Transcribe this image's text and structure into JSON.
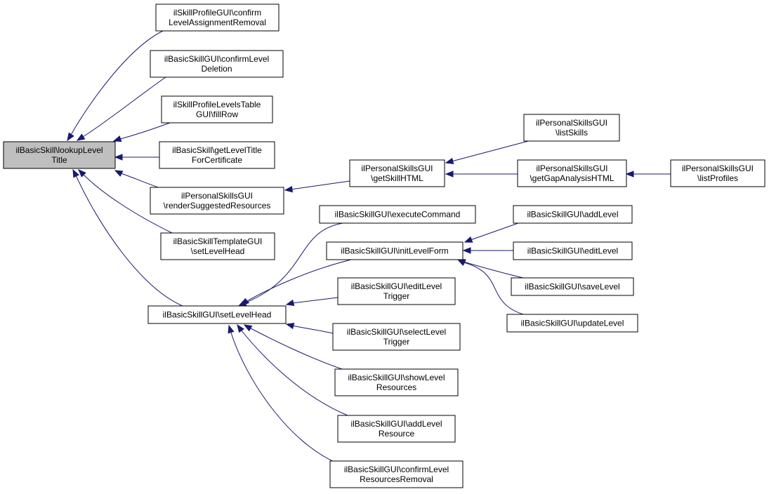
{
  "diagram": {
    "type": "caller-graph",
    "nodes": [
      {
        "id": "n0",
        "lines": [
          "ilBasicSkill\\lookupLevel",
          "Title"
        ],
        "highlight": true
      },
      {
        "id": "n1",
        "lines": [
          "ilSkillProfileGUI\\confirm",
          "LevelAssignmentRemoval"
        ]
      },
      {
        "id": "n2",
        "lines": [
          "ilBasicSkillGUI\\confirmLevel",
          "Deletion"
        ]
      },
      {
        "id": "n3",
        "lines": [
          "ilSkillProfileLevelsTable",
          "GUI\\fillRow"
        ]
      },
      {
        "id": "n4",
        "lines": [
          "ilBasicSkill\\getLevelTitle",
          "ForCertificate"
        ]
      },
      {
        "id": "n5",
        "lines": [
          "ilPersonalSkillsGUI",
          "\\renderSuggestedResources"
        ]
      },
      {
        "id": "n6",
        "lines": [
          "ilBasicSkillTemplateGUI",
          "\\setLevelHead"
        ]
      },
      {
        "id": "n7",
        "lines": [
          "ilBasicSkillGUI\\setLevelHead"
        ]
      },
      {
        "id": "n8",
        "lines": [
          "ilPersonalSkillsGUI",
          "\\getSkillHTML"
        ]
      },
      {
        "id": "n9",
        "lines": [
          "ilBasicSkillGUI\\executeCommand"
        ]
      },
      {
        "id": "n10",
        "lines": [
          "ilBasicSkillGUI\\initLevelForm"
        ]
      },
      {
        "id": "n11",
        "lines": [
          "ilBasicSkillGUI\\editLevel",
          "Trigger"
        ]
      },
      {
        "id": "n12",
        "lines": [
          "ilBasicSkillGUI\\selectLevel",
          "Trigger"
        ]
      },
      {
        "id": "n13",
        "lines": [
          "ilBasicSkillGUI\\showLevel",
          "Resources"
        ]
      },
      {
        "id": "n14",
        "lines": [
          "ilBasicSkillGUI\\addLevel",
          "Resource"
        ]
      },
      {
        "id": "n15",
        "lines": [
          "ilBasicSkillGUI\\confirmLevel",
          "ResourcesRemoval"
        ]
      },
      {
        "id": "n16",
        "lines": [
          "ilPersonalSkillsGUI",
          "\\listSkills"
        ]
      },
      {
        "id": "n17",
        "lines": [
          "ilPersonalSkillsGUI",
          "\\getGapAnalysisHTML"
        ]
      },
      {
        "id": "n18",
        "lines": [
          "ilPersonalSkillsGUI",
          "\\listProfiles"
        ]
      },
      {
        "id": "n19",
        "lines": [
          "ilBasicSkillGUI\\addLevel"
        ]
      },
      {
        "id": "n20",
        "lines": [
          "ilBasicSkillGUI\\editLevel"
        ]
      },
      {
        "id": "n21",
        "lines": [
          "ilBasicSkillGUI\\saveLevel"
        ]
      },
      {
        "id": "n22",
        "lines": [
          "ilBasicSkillGUI\\updateLevel"
        ]
      }
    ],
    "edges": [
      {
        "from": "n1",
        "to": "n0"
      },
      {
        "from": "n2",
        "to": "n0"
      },
      {
        "from": "n3",
        "to": "n0"
      },
      {
        "from": "n4",
        "to": "n0"
      },
      {
        "from": "n5",
        "to": "n0"
      },
      {
        "from": "n6",
        "to": "n0"
      },
      {
        "from": "n7",
        "to": "n0"
      },
      {
        "from": "n8",
        "to": "n5"
      },
      {
        "from": "n16",
        "to": "n8"
      },
      {
        "from": "n17",
        "to": "n8"
      },
      {
        "from": "n18",
        "to": "n17"
      },
      {
        "from": "n9",
        "to": "n7"
      },
      {
        "from": "n10",
        "to": "n7"
      },
      {
        "from": "n11",
        "to": "n7"
      },
      {
        "from": "n12",
        "to": "n7"
      },
      {
        "from": "n13",
        "to": "n7"
      },
      {
        "from": "n14",
        "to": "n7"
      },
      {
        "from": "n15",
        "to": "n7"
      },
      {
        "from": "n19",
        "to": "n10"
      },
      {
        "from": "n20",
        "to": "n10"
      },
      {
        "from": "n21",
        "to": "n10"
      },
      {
        "from": "n22",
        "to": "n10"
      }
    ],
    "colors": {
      "edge": "#191970",
      "highlight_fill": "#bfbfbf",
      "node_fill": "#ffffff",
      "border": "#000000"
    }
  }
}
